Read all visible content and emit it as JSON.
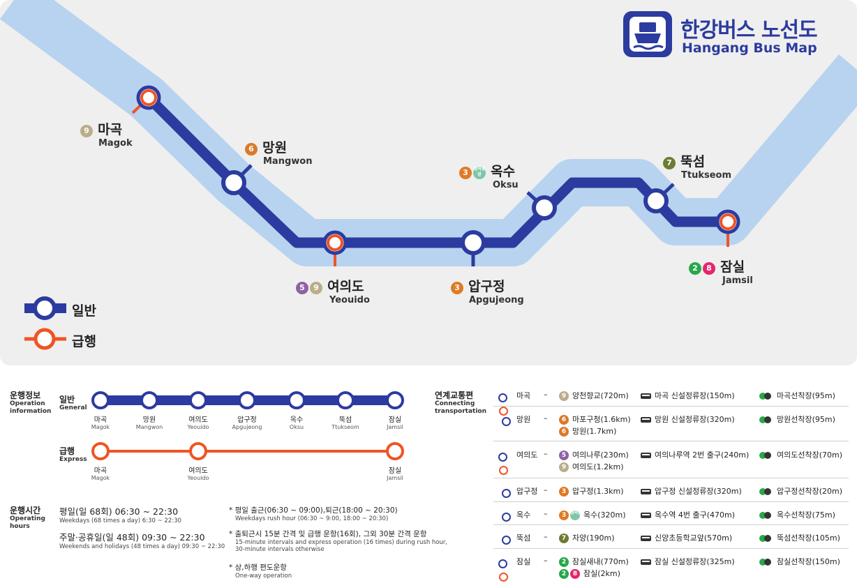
{
  "title": {
    "ko": "한강버스 노선도",
    "en": "Hangang Bus Map"
  },
  "colors": {
    "general": "#2c3b9f",
    "express": "#ef5423",
    "river": "#b8d3ef",
    "bg": "#efefef"
  },
  "stations": [
    {
      "id": "magok",
      "ko": "마곡",
      "en": "Magok",
      "badges": [
        {
          "t": "9",
          "c": "#b9ad8a"
        }
      ],
      "express": true
    },
    {
      "id": "mangwon",
      "ko": "망원",
      "en": "Mangwon",
      "badges": [
        {
          "t": "6",
          "c": "#d97a2c"
        }
      ],
      "express": false
    },
    {
      "id": "yeouido",
      "ko": "여의도",
      "en": "Yeouido",
      "badges": [
        {
          "t": "5",
          "c": "#8f61a6"
        },
        {
          "t": "9",
          "c": "#b9ad8a"
        }
      ],
      "express": true
    },
    {
      "id": "apgujeong",
      "ko": "압구정",
      "en": "Apgujeong",
      "badges": [
        {
          "t": "3",
          "c": "#e07a24"
        }
      ],
      "express": false
    },
    {
      "id": "oksu",
      "ko": "옥수",
      "en": "Oksu",
      "badges": [
        {
          "t": "3",
          "c": "#e07a24"
        },
        {
          "t": "경의중앙",
          "c": "#7ec6a8"
        }
      ],
      "express": false
    },
    {
      "id": "ttukseom",
      "ko": "뚝섬",
      "en": "Ttukseom",
      "badges": [
        {
          "t": "7",
          "c": "#6e7c33"
        }
      ],
      "express": false
    },
    {
      "id": "jamsil",
      "ko": "잠실",
      "en": "Jamsil",
      "badges": [
        {
          "t": "2",
          "c": "#27a84a"
        },
        {
          "t": "8",
          "c": "#e6246d"
        }
      ],
      "express": true
    }
  ],
  "legend": {
    "general": "일반",
    "express": "급행"
  },
  "operation": {
    "title_ko": "운행정보",
    "title_en": "Operation information",
    "general_ko": "일반",
    "general_en": "General",
    "express_ko": "급행",
    "express_en": "Express"
  },
  "hours": {
    "title_ko": "운행시간",
    "title_en": "Operating hours",
    "weekday_ko": "평일(일 68회) 06:30 ~ 22:30",
    "weekday_en": "Weekdays (68 times a day) 6:30 ~ 22:30",
    "weekend_ko": "주말·공휴일(일 48회) 09:30 ~ 22:30",
    "weekend_en": "Weekends and holidays (48 times a day) 09:30 ~ 22:30",
    "note1_ko": "* 평일 출근(06:30 ~ 09:00),퇴근(18:00 ~ 20:30)",
    "note1_en": "Weekdays rush hour (06:30 ~ 9:00, 18:00 ~ 20:30)",
    "note2_ko": "* 출퇴근시 15분 간격 및 급행 운항(16회), 그외 30분 간격 운항",
    "note2_en_1": "15-minute intervals and express operation (16 times) during rush hour,",
    "note2_en_2": "30-minute intervals otherwise",
    "note3_ko": "* 상,하행 편도운항",
    "note3_en": "One-way operation"
  },
  "connections": {
    "title_ko": "연계교통편",
    "title_en": "Connecting transportation",
    "dash": "–",
    "rows": [
      {
        "station": "마곡",
        "express": true,
        "subway": [
          {
            "b": [
              {
                "t": "9",
                "c": "#b9ad8a"
              }
            ],
            "text": "양천향교(720m)"
          }
        ],
        "bus": "마곡 신설정류장(150m)",
        "ferry": "마곡선착장(95m)"
      },
      {
        "station": "망원",
        "express": false,
        "subway": [
          {
            "b": [
              {
                "t": "6",
                "c": "#d97a2c"
              }
            ],
            "text": "마포구청(1.6km)"
          },
          {
            "b": [
              {
                "t": "6",
                "c": "#d97a2c"
              }
            ],
            "text": "망원(1.7km)"
          }
        ],
        "bus": "망원 신설정류장(320m)",
        "ferry": "망원선착장(95m)"
      },
      {
        "station": "여의도",
        "express": true,
        "subway": [
          {
            "b": [
              {
                "t": "5",
                "c": "#8f61a6"
              }
            ],
            "text": "여의나루(230m)"
          },
          {
            "b": [
              {
                "t": "9",
                "c": "#b9ad8a"
              }
            ],
            "text": "여의도(1.2km)"
          }
        ],
        "bus": "여의나루역 2번 출구(240m)",
        "ferry": "여의도선착장(70m)"
      },
      {
        "station": "압구정",
        "express": false,
        "subway": [
          {
            "b": [
              {
                "t": "3",
                "c": "#e07a24"
              }
            ],
            "text": "압구정(1.3km)"
          }
        ],
        "bus": "압구정 신설정류장(320m)",
        "ferry": "압구정선착장(20m)"
      },
      {
        "station": "옥수",
        "express": false,
        "subway": [
          {
            "b": [
              {
                "t": "3",
                "c": "#e07a24"
              },
              {
                "t": "경의중앙",
                "c": "#7ec6a8"
              }
            ],
            "text": "옥수(320m)"
          }
        ],
        "bus": "옥수역 4번 출구(470m)",
        "ferry": "옥수선착장(75m)"
      },
      {
        "station": "뚝섬",
        "express": false,
        "subway": [
          {
            "b": [
              {
                "t": "7",
                "c": "#6e7c33"
              }
            ],
            "text": "자양(190m)"
          }
        ],
        "bus": "신양초등학교앞(570m)",
        "ferry": "뚝섬선착장(105m)"
      },
      {
        "station": "잠실",
        "express": true,
        "subway": [
          {
            "b": [
              {
                "t": "2",
                "c": "#27a84a"
              }
            ],
            "text": "잠실새내(770m)"
          },
          {
            "b": [
              {
                "t": "2",
                "c": "#27a84a"
              },
              {
                "t": "8",
                "c": "#e6246d"
              }
            ],
            "text": "잠실(2km)"
          }
        ],
        "bus": "잠실 신설정류장(325m)",
        "ferry": "잠실선착장(150m)"
      }
    ]
  }
}
